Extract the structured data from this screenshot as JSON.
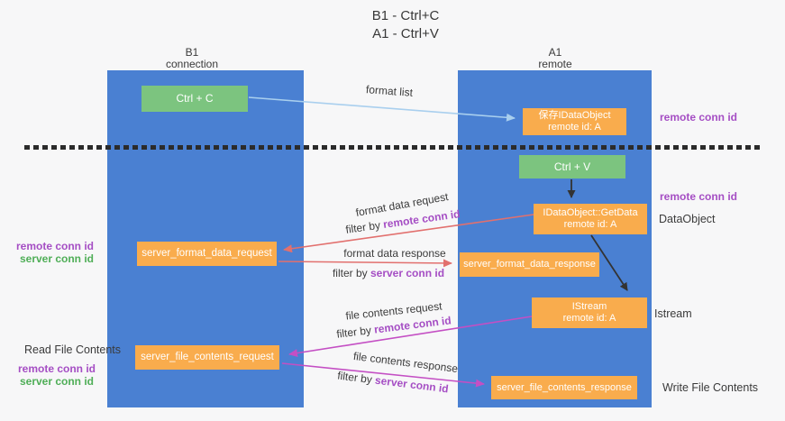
{
  "title": {
    "line1": "B1 - Ctrl+C",
    "line2": "A1 - Ctrl+V"
  },
  "columns": {
    "b1": {
      "name": "B1",
      "subtitle": "connection"
    },
    "a1": {
      "name": "A1",
      "subtitle": "remote"
    }
  },
  "nodes": {
    "ctrl_c": "Ctrl + C",
    "ctrl_v": "Ctrl + V",
    "save_dataobject_line1": "保存IDataObject",
    "save_dataobject_line2": "remote id: A",
    "getdata_line1": "IDataObject::GetData",
    "getdata_line2": "remote id: A",
    "istream_line1": "IStream",
    "istream_line2": "remote id: A",
    "server_format_data_request": "server_format_data_request",
    "server_format_data_response": "server_format_data_response",
    "server_file_contents_request": "server_file_contents_request",
    "server_file_contents_response": "server_file_contents_response"
  },
  "edge_labels": {
    "format_list": "format list",
    "format_data_request": "format data request",
    "format_data_response": "format data response",
    "file_contents_request": "file contents request",
    "file_contents_response": "file contents response",
    "filter_by_prefix": "filter by ",
    "remote_conn_id": "remote conn id",
    "server_conn_id": "server conn id"
  },
  "side_labels": {
    "right_remote_conn_id_1": "remote conn id",
    "right_remote_conn_id_2": "remote conn id",
    "dataobject": "DataObject",
    "istream": "Istream",
    "write_file_contents": "Write File Contents",
    "left_remote_conn_id_1": "remote conn id",
    "left_server_conn_id_1": "server conn id",
    "read_file_contents": "Read File Contents",
    "left_remote_conn_id_2": "remote conn id",
    "left_server_conn_id_2": "server conn id"
  },
  "colors": {
    "lane_blue": "#4a80d2",
    "box_green": "#7cc47f",
    "box_orange": "#f9ac4d",
    "arrow_lightblue": "#a9cfee",
    "arrow_red": "#e2706e",
    "arrow_magenta": "#c44fc4",
    "arrow_black": "#333333",
    "text_purple": "#a54ec4",
    "text_green": "#4fae57",
    "background": "#f7f7f8"
  }
}
